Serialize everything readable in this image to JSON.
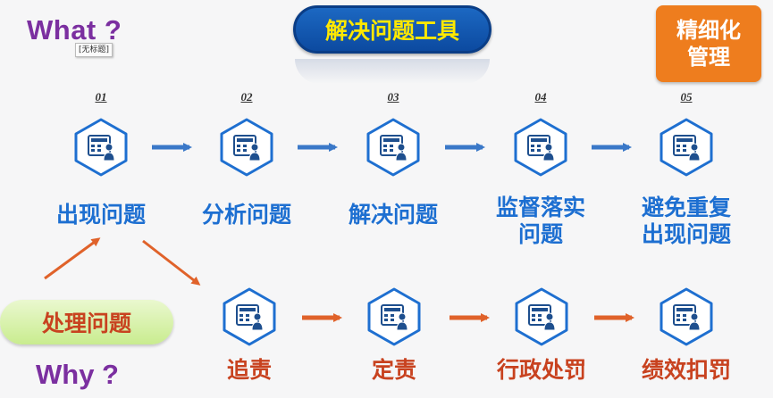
{
  "header": {
    "what": "What ?",
    "tooltip": "[无标题]",
    "title": "解决问题工具",
    "corner_line1": "精细化",
    "corner_line2": "管理",
    "why": "Why ?"
  },
  "top_steps": [
    {
      "num": "01",
      "label": "出现问题",
      "label2": ""
    },
    {
      "num": "02",
      "label": "分析问题",
      "label2": ""
    },
    {
      "num": "03",
      "label": "解决问题",
      "label2": ""
    },
    {
      "num": "04",
      "label": "监督落实",
      "label2": "问题"
    },
    {
      "num": "05",
      "label": "避免重复",
      "label2": "出现问题"
    }
  ],
  "handle_label": "处理问题",
  "bottom_steps": [
    {
      "label": "追责"
    },
    {
      "label": "定责"
    },
    {
      "label": "行政处罚"
    },
    {
      "label": "绩效扣罚"
    }
  ],
  "colors": {
    "node_border": "#1e6fd0",
    "arrow_blue": "#3a78c8",
    "arrow_orange": "#e0622a",
    "title_text": "#ffe800",
    "label_blue": "#1d6fd1",
    "label_red": "#c8421f"
  },
  "icon": "calculator-person-icon"
}
